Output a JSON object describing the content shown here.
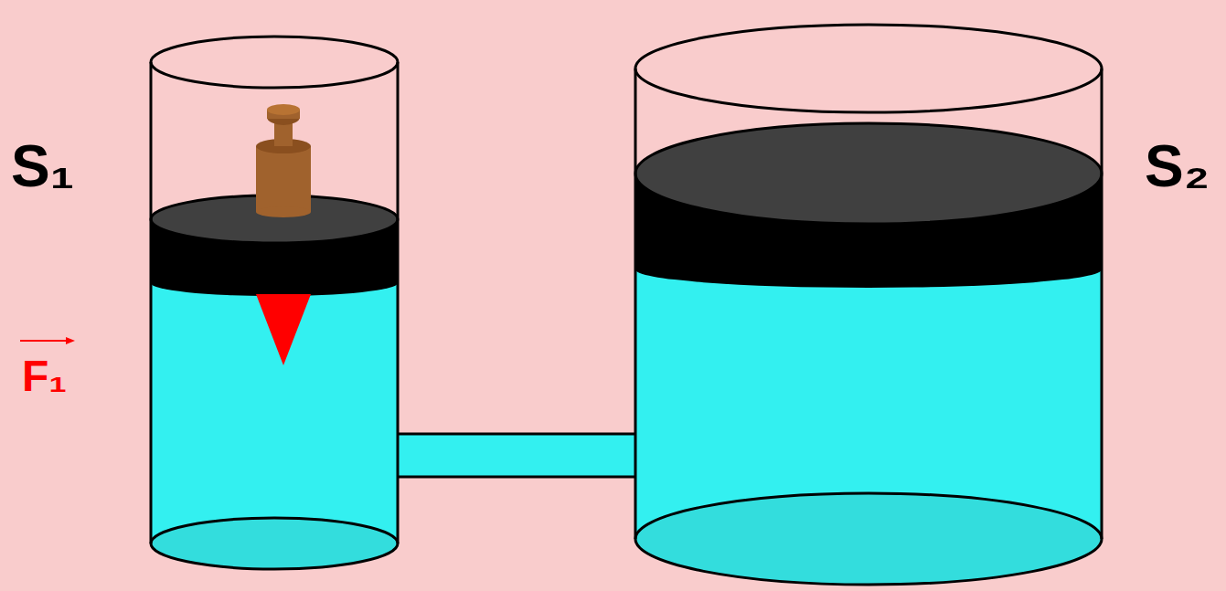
{
  "diagram": {
    "labels": [
      "S₁",
      "S₂",
      "F₁"
    ]
  }
}
